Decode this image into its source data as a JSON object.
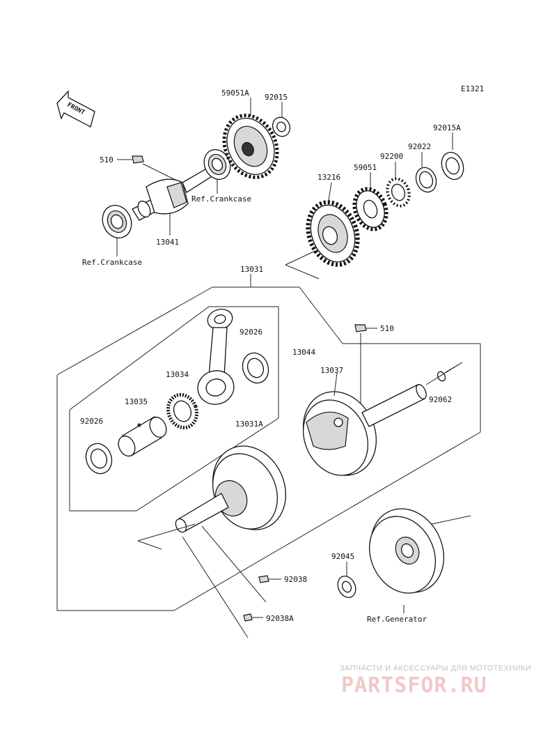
{
  "diagram_code": "E1321",
  "front_label": "FRONT",
  "labels": {
    "p59051A": "59051A",
    "p92015": "92015",
    "p92015A": "92015A",
    "p92022": "92022",
    "p92200": "92200",
    "p59051": "59051",
    "p13216": "13216",
    "p510a": "510",
    "p13041": "13041",
    "p13031": "13031",
    "p92026a": "92026",
    "p13034": "13034",
    "p13035": "13035",
    "p92026b": "92026",
    "p13031A": "13031A",
    "p510b": "510",
    "p13044": "13044",
    "p13037": "13037",
    "p92062": "92062",
    "p92045": "92045",
    "p92038": "92038",
    "p92038A": "92038A"
  },
  "refs": {
    "crankcase1": "Ref.Crankcase",
    "crankcase2": "Ref.Crankcase",
    "generator": "Ref.Generator"
  },
  "watermark": {
    "line1": "ЗАПЧАСТИ И АКСЕССУАРЫ ДЛЯ МОТОТЕХНИКИ",
    "logo": "PARTSFOR.RU"
  }
}
